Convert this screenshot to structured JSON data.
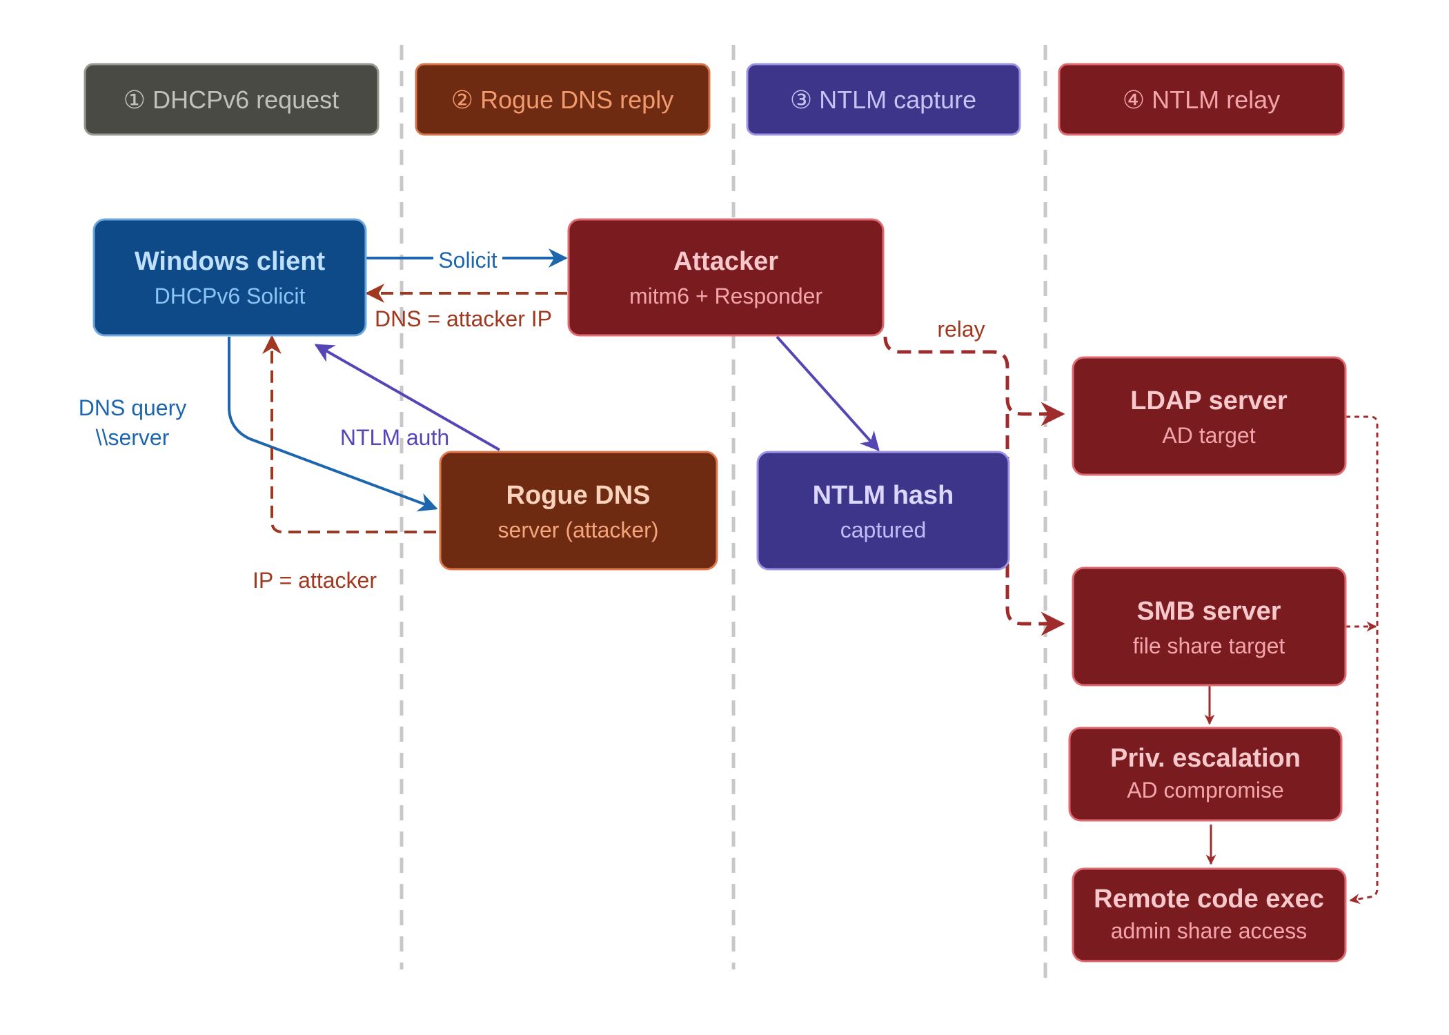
{
  "headers": [
    {
      "label": "① DHCPv6 request"
    },
    {
      "label": "② Rogue DNS reply"
    },
    {
      "label": "③ NTLM capture"
    },
    {
      "label": "④ NTLM relay"
    }
  ],
  "nodes": {
    "windows_client": {
      "title": "Windows client",
      "subtitle": "DHCPv6 Solicit"
    },
    "attacker": {
      "title": "Attacker",
      "subtitle": "mitm6 + Responder"
    },
    "rogue_dns": {
      "title": "Rogue DNS",
      "subtitle": "server (attacker)"
    },
    "ntlm_hash": {
      "title": "NTLM hash",
      "subtitle": "captured"
    },
    "ldap_server": {
      "title": "LDAP server",
      "subtitle": "AD target"
    },
    "smb_server": {
      "title": "SMB server",
      "subtitle": "file share target"
    },
    "priv_escalation": {
      "title": "Priv. escalation",
      "subtitle": "AD compromise"
    },
    "remote_code_exec": {
      "title": "Remote code exec",
      "subtitle": "admin share access"
    }
  },
  "edge_labels": {
    "solicit": "Solicit",
    "dns_reply": "DNS = attacker IP",
    "dns_query_line1": "DNS query",
    "dns_query_line2": "\\\\server",
    "ntlm_auth": "NTLM auth",
    "ip_reply": "IP = attacker",
    "relay": "relay"
  },
  "colors": {
    "blue": "#0d4a87",
    "blue_line": "#1d66ad",
    "orange_brown": "#6f2a12",
    "purple": "#3d3589",
    "purple_line": "#5447b5",
    "red": "#7a1c1f",
    "red_line": "#9e2c2c",
    "gray_header": "#4a4a44",
    "divider": "#c8c8c8"
  }
}
